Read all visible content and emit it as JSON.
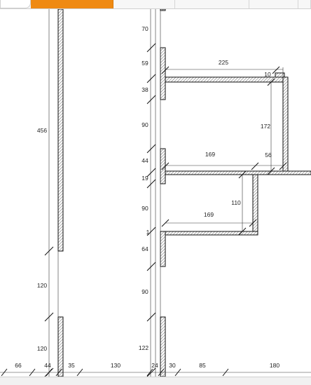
{
  "toolbar": {
    "tabs": [
      {
        "label": ""
      },
      {
        "label": ""
      },
      {
        "label": ""
      },
      {
        "label": ""
      },
      {
        "label": ""
      },
      {
        "label": ""
      }
    ],
    "active_color": "#ef8a12"
  },
  "drawing": {
    "left_column_dims": [
      "456",
      "120",
      "120"
    ],
    "middle_column_dims": [
      "70",
      "59",
      "38",
      "90",
      "44",
      "19",
      "90",
      "1",
      "64",
      "90",
      "122"
    ],
    "upper_room": {
      "top": "225",
      "right_top": "10",
      "right_side": "172",
      "bottom_left": "169",
      "bottom_right": "56"
    },
    "lower_room": {
      "right_side": "110",
      "bottom": "169"
    },
    "bottom_dims": [
      "66",
      "44",
      "35",
      "130",
      "24",
      "30",
      "85",
      "180"
    ],
    "hatch_color": "#777777"
  }
}
